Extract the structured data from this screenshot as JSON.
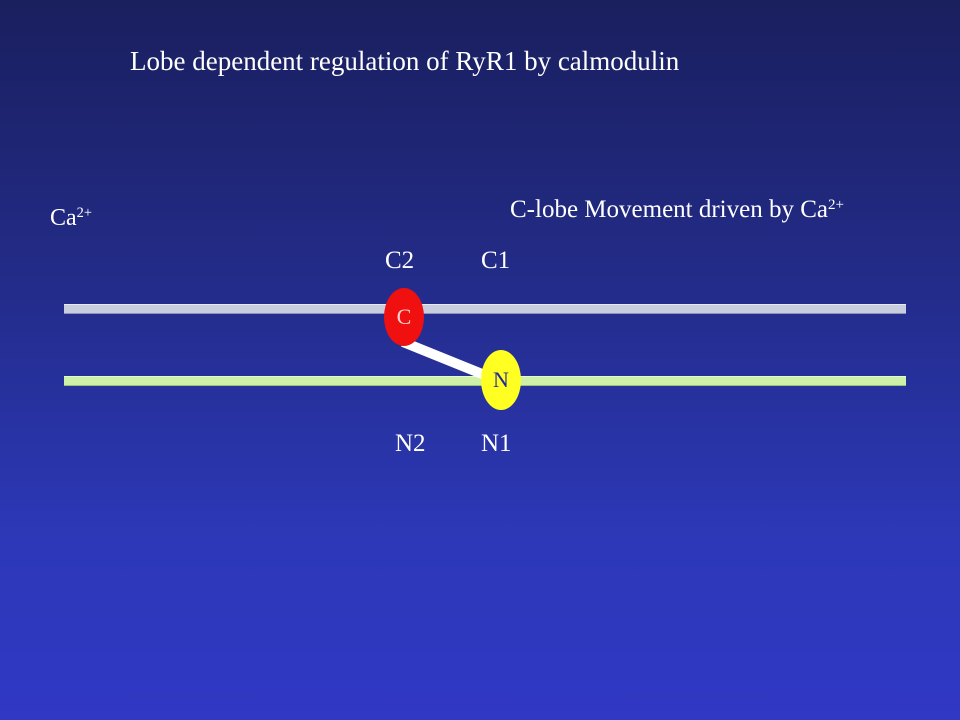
{
  "title": "Lobe dependent regulation of RyR1 by calmodulin",
  "ca_left": {
    "base": "Ca",
    "sup": "2+"
  },
  "movement": {
    "text": "C-lobe Movement driven by Ca",
    "sup": "2+"
  },
  "site_labels": {
    "c2": "C2",
    "c1": "C1",
    "n2": "N2",
    "n1": "N1"
  },
  "lobes": {
    "c": "C",
    "n": "N"
  },
  "colors": {
    "background_top": "#1a1f5e",
    "background_bottom": "#3038c4",
    "top_bar": "#c9cde0",
    "bottom_bar": "#cff0a9",
    "c_lobe": "#f01010",
    "n_lobe": "#ffff22",
    "linker": "#ffffff"
  }
}
